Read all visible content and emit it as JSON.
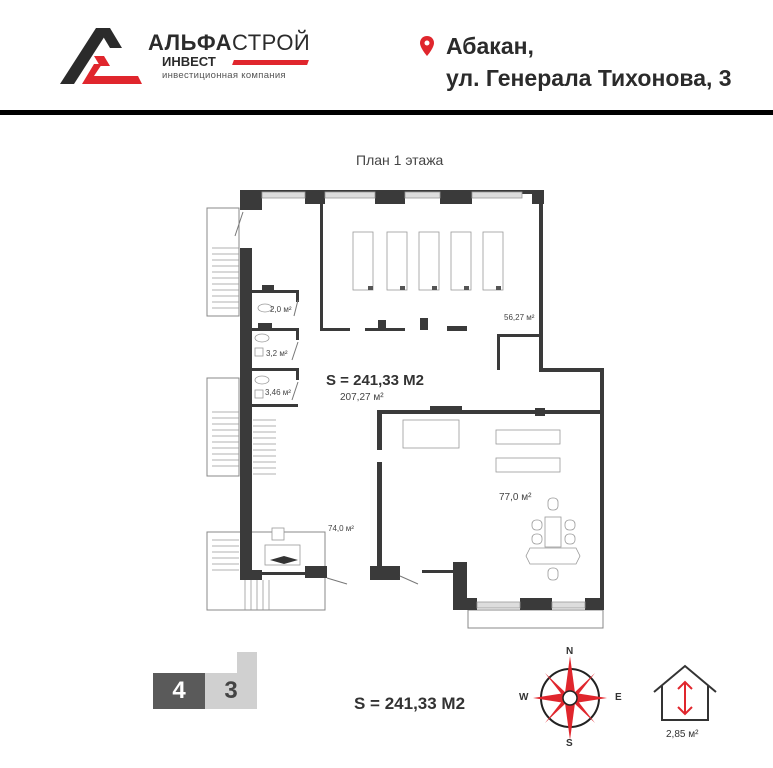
{
  "header": {
    "logo": {
      "brand_bold": "АЛЬФА",
      "brand_thin": "СТРОЙ",
      "sub": "ИНВЕСТ",
      "tagline": "инвестиционная компания",
      "colors": {
        "dark": "#2b2b2b",
        "accent": "#e0262d"
      }
    },
    "address": {
      "icon": "map-pin-icon",
      "line1": "Абакан,",
      "line2": "ул. Генерала Тихонова, 3"
    }
  },
  "plan": {
    "title": "План 1 этажа",
    "total_area_label": "S = 241,33 М2",
    "rooms": [
      {
        "id": "office-north",
        "area": "56,27 м²"
      },
      {
        "id": "wc-1",
        "area": "2,0 м²"
      },
      {
        "id": "wc-2",
        "area": "3,2 м²"
      },
      {
        "id": "wc-3",
        "area": "3,46 м²"
      },
      {
        "id": "hall",
        "area": "207,27 м²"
      },
      {
        "id": "office-east",
        "area": "77,0 м²"
      },
      {
        "id": "entrance",
        "area": "74,0 м²"
      }
    ]
  },
  "footer": {
    "floors": {
      "current": "4",
      "other": "3"
    },
    "total_area": "S = 241,33 М2",
    "compass": {
      "n": "N",
      "s": "S",
      "e": "E",
      "w": "W",
      "icon": "compass-rose-icon"
    },
    "ceiling": {
      "icon": "ceiling-height-icon",
      "value": "2,85 м²"
    }
  }
}
